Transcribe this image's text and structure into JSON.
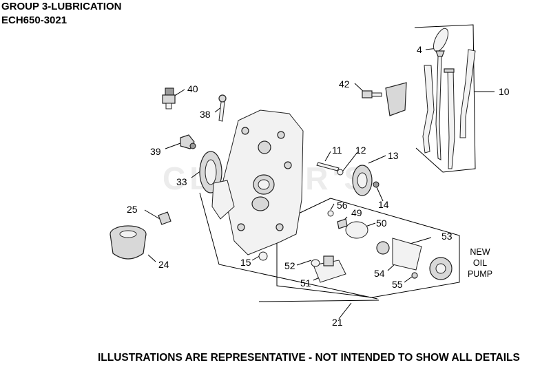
{
  "header": {
    "line1": "GROUP 3-LUBRICATION",
    "line2": "ECH650-3021"
  },
  "footer": "ILLUSTRATIONS ARE REPRESENTATIVE - NOT INTENDED TO SHOW ALL DETAILS",
  "note": {
    "line1": "NEW",
    "line2": "OIL",
    "line3": "PUMP"
  },
  "watermark": "CLICKER'S",
  "callouts": {
    "c4": "4",
    "c10": "10",
    "c11": "11",
    "c12": "12",
    "c13": "13",
    "c14": "14",
    "c15": "15",
    "c21": "21",
    "c24": "24",
    "c25": "25",
    "c33": "33",
    "c38": "38",
    "c39": "39",
    "c40": "40",
    "c42": "42",
    "c49": "49",
    "c50": "50",
    "c51": "51",
    "c52": "52",
    "c53": "53",
    "c54": "54",
    "c55": "55",
    "c56": "56"
  }
}
